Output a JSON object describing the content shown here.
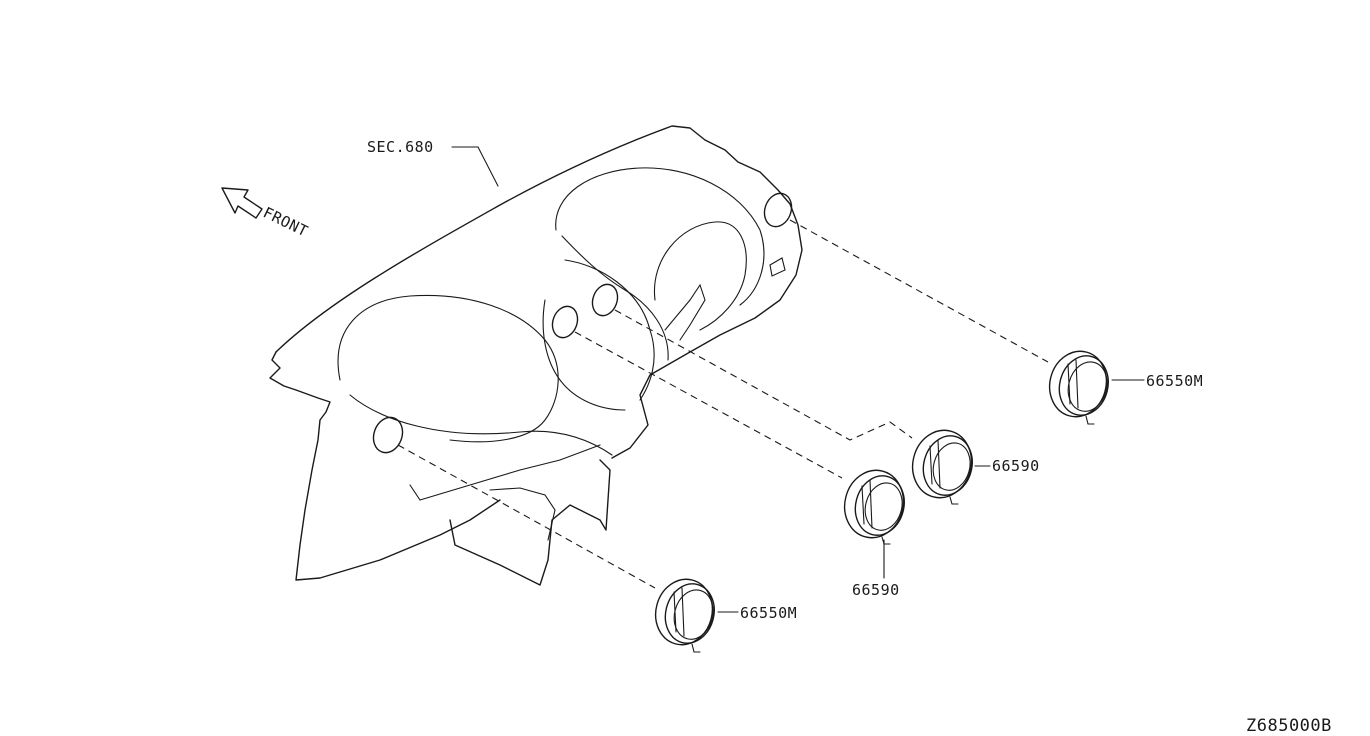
{
  "labels": {
    "section_ref": "SEC.680",
    "front_arrow": "FRONT",
    "part_left_lower": "66550M",
    "part_center_lower": "66590",
    "part_center_upper": "66590",
    "part_right": "66550M",
    "diagram_id": "Z685000B"
  }
}
